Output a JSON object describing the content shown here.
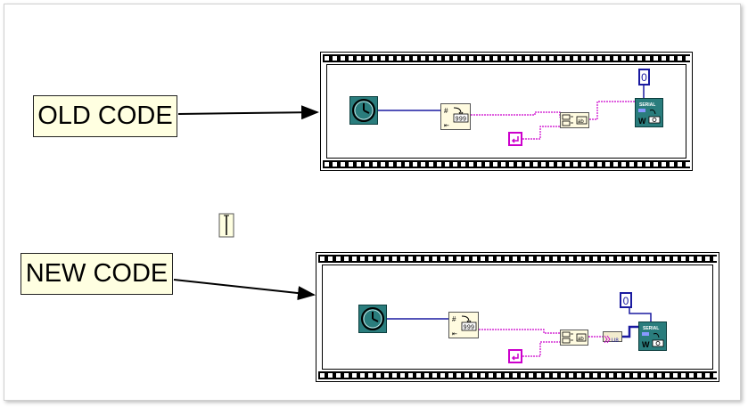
{
  "labels": {
    "old": "OLD CODE",
    "new": "NEW CODE"
  },
  "constants": {
    "old_value": "0",
    "new_value": "0"
  },
  "nodes": {
    "increment_text": "999",
    "hash_text": "#",
    "serial_text": "SERIAL",
    "write_text": "W",
    "convert_text": "U8"
  },
  "colors": {
    "label_bg": "#ffffe1",
    "wire_blue": "#1a1aa0",
    "wire_pink": "#cc00cc",
    "teal": "#2a7d7d"
  },
  "icons": [
    "timer-icon",
    "increment-icon",
    "concatenate-icon",
    "constant-icon",
    "serial-write-icon",
    "type-cast-icon",
    "arrow-icon"
  ]
}
